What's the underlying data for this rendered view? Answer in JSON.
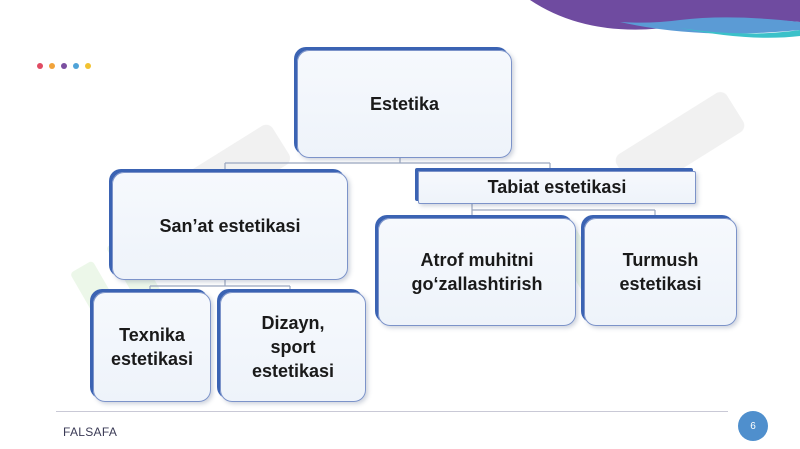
{
  "diagram": {
    "root": "Estetika",
    "branches": [
      {
        "label": "San’at estetikasi",
        "children": [
          "Texnika\nestetikasi",
          "Dizayn,\nsport\nestetikasi"
        ]
      },
      {
        "label": "Tabiat estetikasi",
        "children": [
          "Atrof muhitni\ngo‘zallashtirish",
          "Turmush\nestetikasi"
        ]
      }
    ]
  },
  "footer": {
    "subject": "FALSAFA",
    "page_number": "6"
  },
  "theme": {
    "box_border": "#7c93c9",
    "box_accent": "#3b63b3",
    "wave_colors": [
      "#6f4ba0",
      "#5b9bd5",
      "#3bc1c9"
    ],
    "dot_colors": [
      "#e04b63",
      "#f1a33a",
      "#7b4fa0",
      "#4fa3d8",
      "#f2c230"
    ],
    "watermark_color": "#8fd27a"
  }
}
